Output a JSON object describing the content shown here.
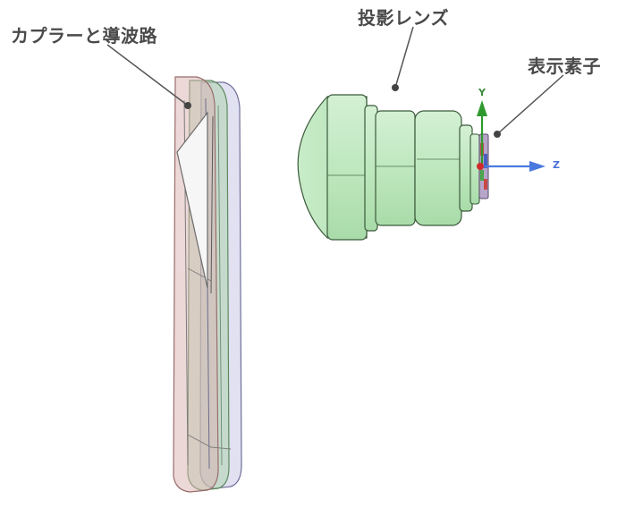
{
  "labels": {
    "coupler_waveguide": "カプラーと導波路",
    "projection_lens": "投影レンズ",
    "display_element": "表示素子"
  },
  "axes": {
    "y": "Y",
    "z": "Z"
  },
  "colors": {
    "label_text": "#4a4a4a",
    "leader_line": "#555555",
    "lens_fill": "#bfe8bf",
    "lens_stroke": "#3b5a3b",
    "waveguide_pink": "#d9a9a9",
    "waveguide_green": "#9ecb9e",
    "waveguide_purple": "#b0b0d8",
    "coupler_fill": "#f2f2f2",
    "axis_y": "#2e9a2e",
    "axis_z": "#4a7ae0",
    "axis_x": "#d22a2a"
  }
}
